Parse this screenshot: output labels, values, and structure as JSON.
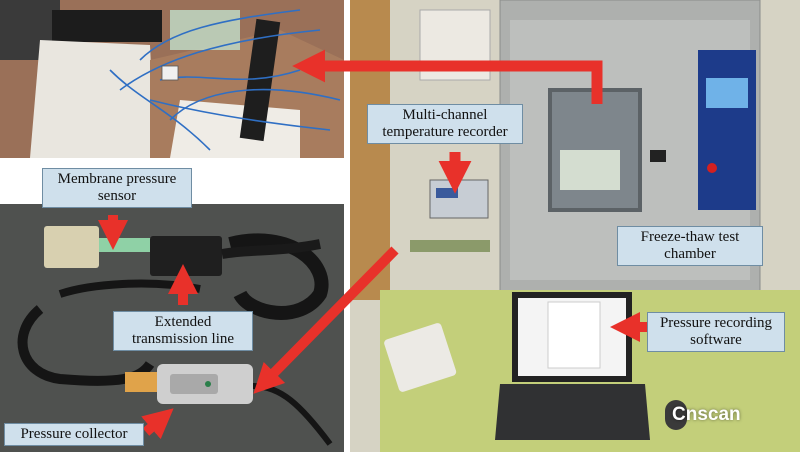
{
  "labels": {
    "membrane_sensor": "Membrane pressure sensor",
    "extended_line": "Extended transmission line",
    "pressure_collector": "Pressure collector",
    "temp_recorder": "Multi-channel temperature recorder",
    "freeze_thaw": "Freeze-thaw test chamber",
    "recording_software": "Pressure recording software"
  },
  "watermark": "Cnscan",
  "colors": {
    "arrow": "#e8312a",
    "label_bg": "#cfe0ec",
    "label_border": "#6f8da3"
  }
}
